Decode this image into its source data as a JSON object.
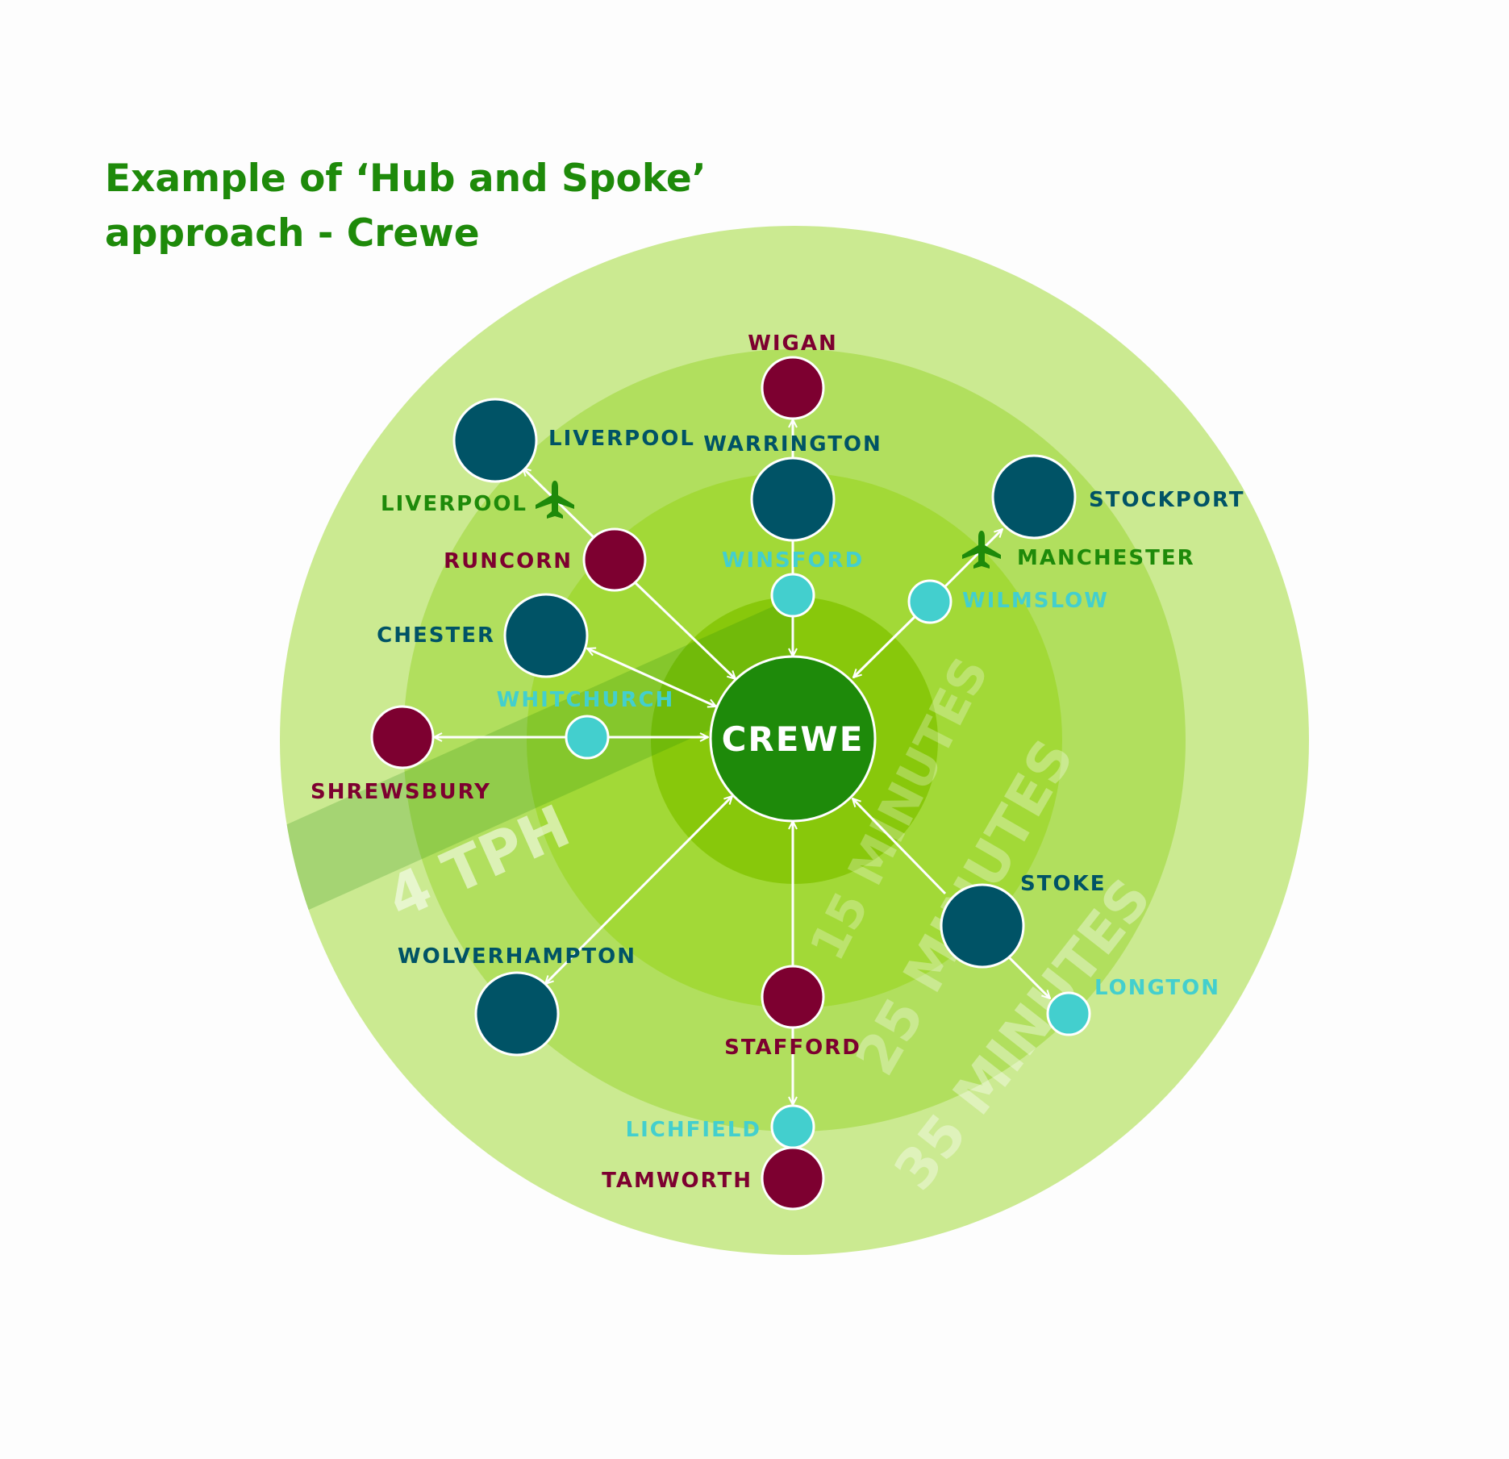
{
  "title": {
    "line1": "Example of ‘Hub and Spoke’",
    "line2": "approach - Crewe"
  },
  "colors": {
    "major": "#005366",
    "secondary": "#7d0030",
    "local": "#43cfce",
    "airport": "#1e8a0a",
    "hub": "#1e8a0a",
    "title": "#1e8a0a"
  },
  "hub": {
    "label": "CREWE"
  },
  "frequency_band": {
    "label": "4 TPH"
  },
  "rings": [
    {
      "label": "15 MINUTES"
    },
    {
      "label": "25 MINUTES"
    },
    {
      "label": "35 MINUTES"
    }
  ],
  "stations": {
    "wigan": "WIGAN",
    "warrington": "WARRINGTON",
    "winsford": "WINSFORD",
    "liverpool": "LIVERPOOL",
    "liverpool_airport": "LIVERPOOL",
    "runcorn": "RUNCORN",
    "chester": "CHESTER",
    "whitchurch": "WHITCHURCH",
    "shrewsbury": "SHREWSBURY",
    "stockport": "STOCKPORT",
    "manchester_airport": "MANCHESTER",
    "wilmslow": "WILMSLOW",
    "stoke": "STOKE",
    "longton": "LONGTON",
    "stafford": "STAFFORD",
    "lichfield": "LICHFIELD",
    "tamworth": "TAMWORTH",
    "wolverhampton": "WOLVERHAMPTON"
  }
}
